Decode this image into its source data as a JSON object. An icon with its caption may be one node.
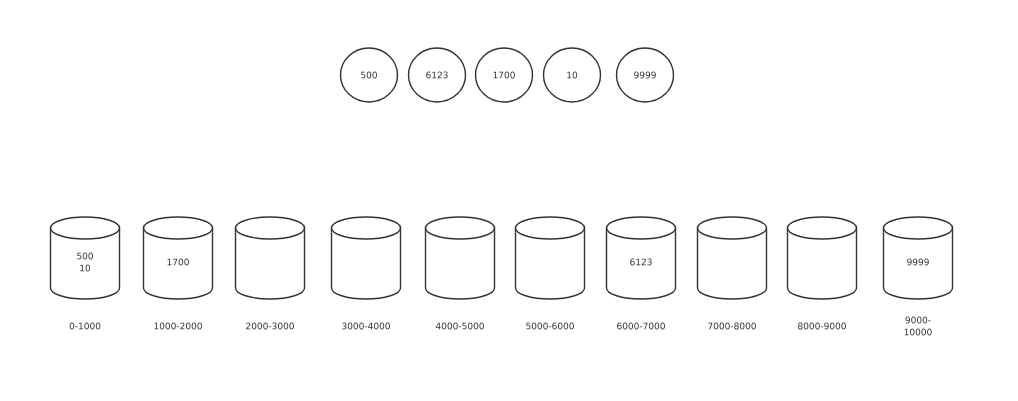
{
  "diagram": {
    "nodes": [
      {
        "text": [
          "500"
        ]
      },
      {
        "text": [
          "6123"
        ]
      },
      {
        "text": [
          "1700"
        ]
      },
      {
        "text": [
          "10"
        ]
      },
      {
        "text": [
          "9999"
        ]
      },
      {
        "text": [
          "500",
          "10"
        ],
        "beside": [
          "0-1000"
        ]
      },
      {
        "text": [
          "1700"
        ],
        "beside": [
          "1000-2000"
        ]
      },
      {
        "text": [],
        "shape": "cylinder",
        "beside": [
          "2000-3000"
        ]
      },
      {
        "text": [],
        "shape": "cylinder",
        "beside": [
          "3000-4000"
        ]
      },
      {
        "text": [],
        "shape": "cylinder",
        "beside": [
          "4000-5000"
        ]
      },
      {
        "text": [],
        "shape": "cylinder",
        "beside": [
          "5000-6000"
        ]
      },
      {
        "text": [
          "6123"
        ],
        "beside": [
          "6000-7000"
        ]
      },
      {
        "text": [],
        "shape": "cylinder",
        "beside": [
          "7000-8000"
        ]
      },
      {
        "text": [],
        "shape": "cylinder",
        "beside": [
          "8000-9000"
        ]
      },
      {
        "text": [
          "9999"
        ],
        "beside": [
          "9000-10000"
        ]
      }
    ]
  }
}
